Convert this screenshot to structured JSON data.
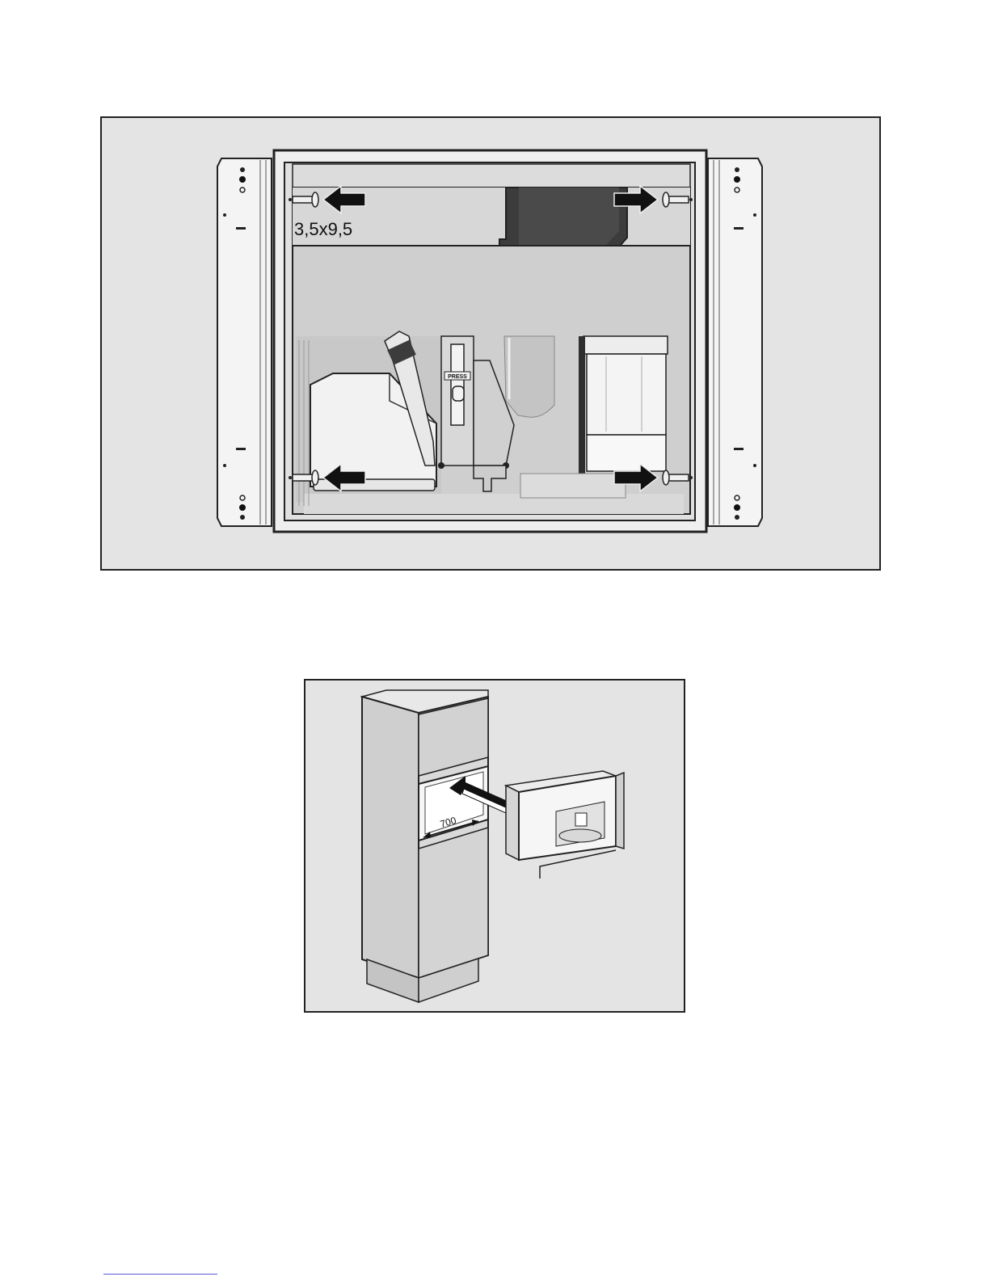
{
  "figure_1": {
    "screw_size_label": "3,5x9,5",
    "brew_unit_label": "PRESS"
  },
  "figure_2": {
    "niche_width_label": "700"
  },
  "colors": {
    "panel_background": "#e4e4e4",
    "outline": "#222222",
    "dark_part": "#3c3c3c",
    "arrow": "#111111",
    "footer_rule": "#5b5bd6"
  }
}
